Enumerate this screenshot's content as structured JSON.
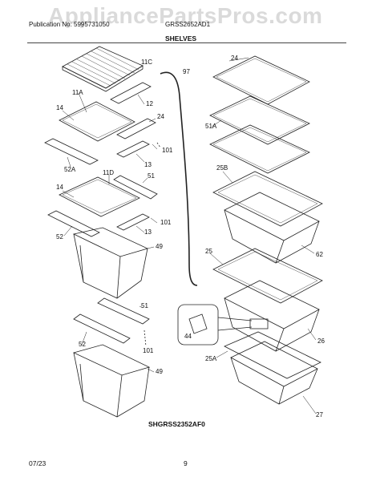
{
  "header": {
    "watermark": "AppliancePartsPros.com",
    "publication": "Publication No: 5995731050",
    "model": "GRSS2652AD1",
    "section_title": "SHELVES"
  },
  "diagram_code": "SHGRSS2352AF0",
  "footer": {
    "date": "07/23",
    "page": "9"
  },
  "callouts": [
    "11C",
    "97",
    "24",
    "12",
    "11A",
    "14",
    "51A",
    "24",
    "101",
    "52A",
    "13",
    "25B",
    "11D",
    "51",
    "14",
    "101",
    "13",
    "52",
    "49",
    "62",
    "25",
    "51",
    "44",
    "26",
    "52",
    "101",
    "25A",
    "49",
    "27"
  ]
}
